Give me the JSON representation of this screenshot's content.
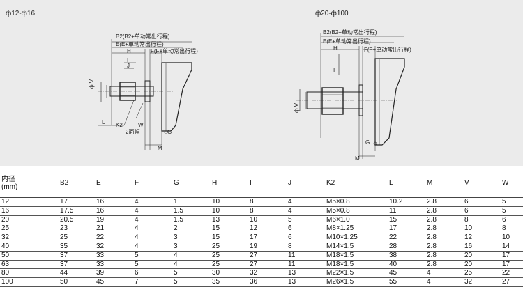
{
  "drawing": {
    "left": {
      "title": "ф12-ф16",
      "labels": {
        "b2": "B2(B2+单动常出行程)",
        "e": "E(E+单动常出行程)",
        "h": "H",
        "f": "F(F+单动常出行程)",
        "i": "I",
        "j": "J",
        "v": "ф V",
        "l": "L",
        "k2": "K2",
        "w": "W",
        "sides": "2面幅",
        "g": "G",
        "m": "M"
      }
    },
    "right": {
      "title": "ф20-ф100",
      "labels": {
        "b2": "B2(B2+单动常出行程)",
        "e": "E(E+单动常出行程)",
        "h": "H",
        "f": "F(F+单动常出行程)",
        "i": "I",
        "v": "ф V",
        "g": "G",
        "m": "M"
      }
    }
  },
  "table": {
    "headers": [
      "内径\n(mm)",
      "B2",
      "E",
      "F",
      "G",
      "H",
      "I",
      "J",
      "K2",
      "L",
      "M",
      "V",
      "W"
    ],
    "rows": [
      [
        "12",
        "17",
        "16",
        "4",
        "1",
        "10",
        "8",
        "4",
        "M5×0.8",
        "10.2",
        "2.8",
        "6",
        "5"
      ],
      [
        "16",
        "17.5",
        "16",
        "4",
        "1.5",
        "10",
        "8",
        "4",
        "M5×0.8",
        "11",
        "2.8",
        "6",
        "5"
      ],
      [
        "20",
        "20.5",
        "19",
        "4",
        "1.5",
        "13",
        "10",
        "5",
        "M6×1.0",
        "15",
        "2.8",
        "8",
        "6"
      ],
      [
        "25",
        "23",
        "21",
        "4",
        "2",
        "15",
        "12",
        "6",
        "M8×1.25",
        "17",
        "2.8",
        "10",
        "8"
      ],
      [
        "32",
        "25",
        "22",
        "4",
        "3",
        "15",
        "17",
        "6",
        "M10×1.25",
        "22",
        "2.8",
        "12",
        "10"
      ],
      [
        "40",
        "35",
        "32",
        "4",
        "3",
        "25",
        "19",
        "8",
        "M14×1.5",
        "28",
        "2.8",
        "16",
        "14"
      ],
      [
        "50",
        "37",
        "33",
        "5",
        "4",
        "25",
        "27",
        "11",
        "M18×1.5",
        "38",
        "2.8",
        "20",
        "17"
      ],
      [
        "63",
        "37",
        "33",
        "5",
        "4",
        "25",
        "27",
        "11",
        "M18×1.5",
        "40",
        "2.8",
        "20",
        "17"
      ],
      [
        "80",
        "44",
        "39",
        "6",
        "5",
        "30",
        "32",
        "13",
        "M22×1.5",
        "45",
        "4",
        "25",
        "22"
      ],
      [
        "100",
        "50",
        "45",
        "7",
        "5",
        "35",
        "36",
        "13",
        "M26×1.5",
        "55",
        "4",
        "32",
        "27"
      ]
    ]
  }
}
